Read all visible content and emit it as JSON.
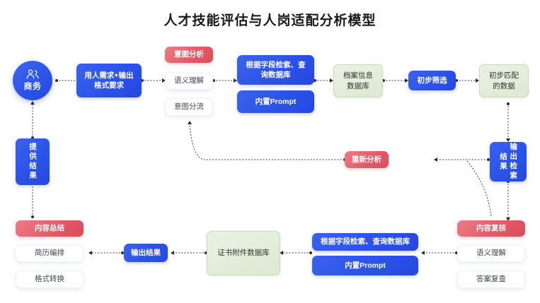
{
  "title": "人才技能评估与人岗适配分析模型",
  "colors": {
    "blue": "#2b53e8",
    "red": "#dd4b5b",
    "green": "#dde9d3",
    "white": "#ffffff",
    "text_dark": "#1a1a1a",
    "link": "#3a3a3a"
  },
  "nodes": {
    "persona": {
      "label": "商务",
      "icon": "users-icon"
    },
    "demand": {
      "label": "用人需求+输出\n格式要求"
    },
    "intent_analysis": {
      "label": "意图分析"
    },
    "semantic_understanding_top": {
      "label": "语义理解"
    },
    "intent_routing": {
      "label": "意图分流"
    },
    "field_query_top": {
      "label": "根据字段检索、查\n询数据库"
    },
    "builtin_prompt_top": {
      "label": "内置Prompt"
    },
    "archive_db": {
      "label": "档案信息\n数据库"
    },
    "initial_filter": {
      "label": "初步筛选"
    },
    "initial_match_data": {
      "label": "初步匹配\n的数据"
    },
    "output_search_result": {
      "label": "输出检索结果"
    },
    "reanalyze": {
      "label": "重新分析"
    },
    "provide_result": {
      "label": "提供结果"
    },
    "content_summary": {
      "label": "内容总结"
    },
    "resume_layout": {
      "label": "简历编排"
    },
    "format_convert": {
      "label": "格式转换"
    },
    "output_result": {
      "label": "输出结果"
    },
    "certificate_db": {
      "label": "证书附件数据库"
    },
    "field_query_bottom": {
      "label": "根据字段检索、查询数据库"
    },
    "builtin_prompt_bottom": {
      "label": "内置Prompt"
    },
    "content_review": {
      "label": "内容复核"
    },
    "semantic_understanding_bottom": {
      "label": "语义理解"
    },
    "answer_recheck": {
      "label": "答案复查"
    }
  },
  "chart_data": {
    "type": "diagram",
    "title": "人才技能评估与人岗适配分析模型",
    "flow": [
      "商务 → 用人需求+输出格式要求",
      "用人需求+输出格式要求 → 语义理解(意图分析/意图分流)",
      "语义理解 → 根据字段检索、查询数据库 / 内置Prompt",
      "根据字段检索、查询数据库 → 档案信息数据库",
      "档案信息数据库 → 初步筛选",
      "初步筛选 → 初步匹配的数据",
      "初步匹配的数据 → 输出检索结果",
      "输出检索结果 → 重新分析 → 意图分流",
      "输出检索结果 → 内容复核",
      "内容复核/语义理解/答案复查 → 根据字段检索、查询数据库 / 内置Prompt",
      "内置Prompt → 证书附件数据库",
      "证书附件数据库 → 输出结果",
      "输出结果 → 简历编排(内容总结/格式转换)",
      "内容总结 → 提供结果 → 商务"
    ]
  }
}
